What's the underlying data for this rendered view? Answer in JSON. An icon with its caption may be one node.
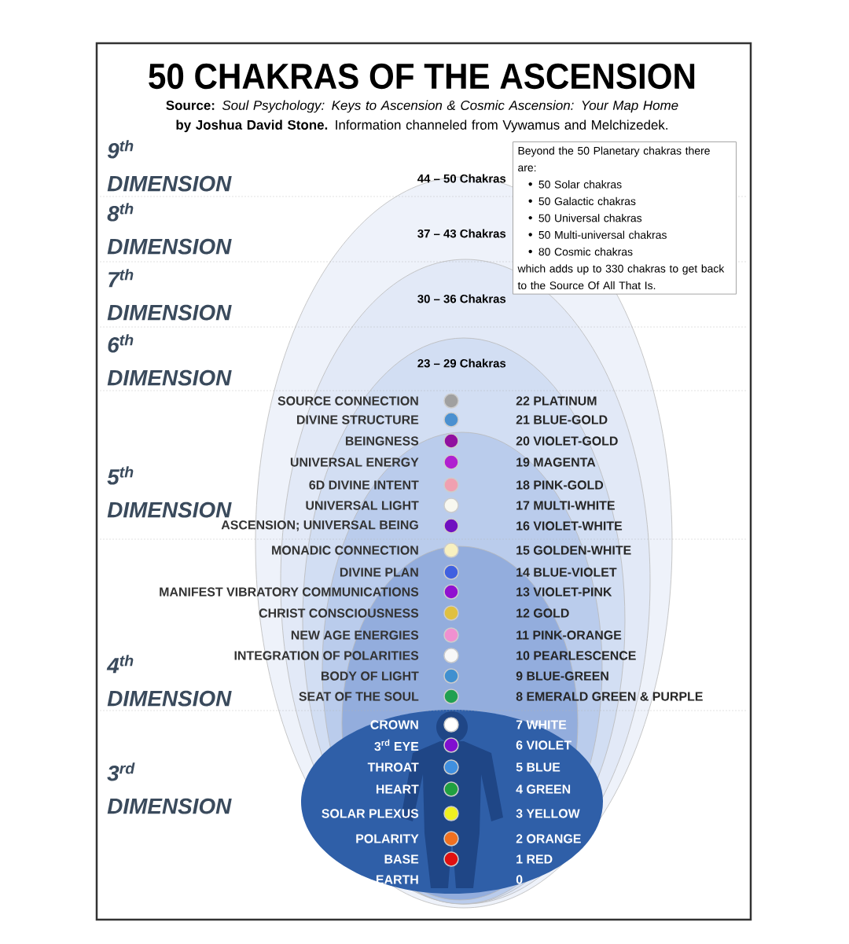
{
  "diagram": {
    "title": "50 CHAKRAS OF THE ASCENSION",
    "nodes": [
      {
        "text": [
          "Beyond the 50 Planetary chakras there are:",
          "50 Solar chakras",
          "50 Galactic chakras",
          "50 Universal chakras",
          "50 Multi-universal chakras",
          "80 Cosmic chakras",
          "which adds up to 330 chakras to get back to the Source Of All That Is."
        ]
      }
    ],
    "labels": [
      "**Source:** *Soul Psychology: Keys to Ascension & Cosmic Ascension: Your Map Home* **by Joshua David Stone.** Information channeled from Vywamus and Melchizedek.",
      "9$^{th}$ DIMENSION",
      "44 – 50 Chakras",
      "8$^{th}$ DIMENSION",
      "37 – 43 Chakras",
      "7$^{th}$ DIMENSION",
      "30 – 36 Chakras",
      "6$^{th}$ DIMENSION",
      "23 – 29 Chakras",
      "5$^{th}$ DIMENSION",
      "4$^{th}$ DIMENSION",
      "3$^{rd}$ DIMENSION",
      "SOURCE CONNECTION",
      "22 PLATINUM",
      "DIVINE STRUCTURE",
      "21 BLUE-GOLD",
      "BEINGNESS",
      "20 VIOLET-GOLD",
      "UNIVERSAL ENERGY",
      "19 MAGENTA",
      "6D DIVINE INTENT",
      "18 PINK-GOLD",
      "UNIVERSAL LIGHT",
      "17 MULTI-WHITE",
      "ASCENSION; UNIVERSAL BEING",
      "16 VIOLET-WHITE",
      "MONADIC CONNECTION",
      "15 GOLDEN-WHITE",
      "DIVINE PLAN",
      "14 BLUE-VIOLET",
      "MANIFEST VIBRATORY COMMUNICATIONS",
      "13 VIOLET-PINK",
      "CHRIST CONSCIOUSNESS",
      "12 GOLD",
      "NEW AGE ENERGIES",
      "11 PINK-ORANGE",
      "INTEGRATION OF POLARITIES",
      "10 PEARLESCENCE",
      "BODY OF LIGHT",
      "9 BLUE-GREEN",
      "SEAT OF THE SOUL",
      "8 EMERALD GREEN & PURPLE",
      "CROWN",
      "7 WHITE",
      "3$^{rd}$ EYE",
      "6 VIOLET",
      "THROAT",
      "5 BLUE",
      "HEART",
      "4 GREEN",
      "SOLAR PLEXUS",
      "3 YELLOW",
      "POLARITY",
      "2 ORANGE",
      "BASE",
      "1 RED",
      "EARTH",
      "0"
    ]
  }
}
